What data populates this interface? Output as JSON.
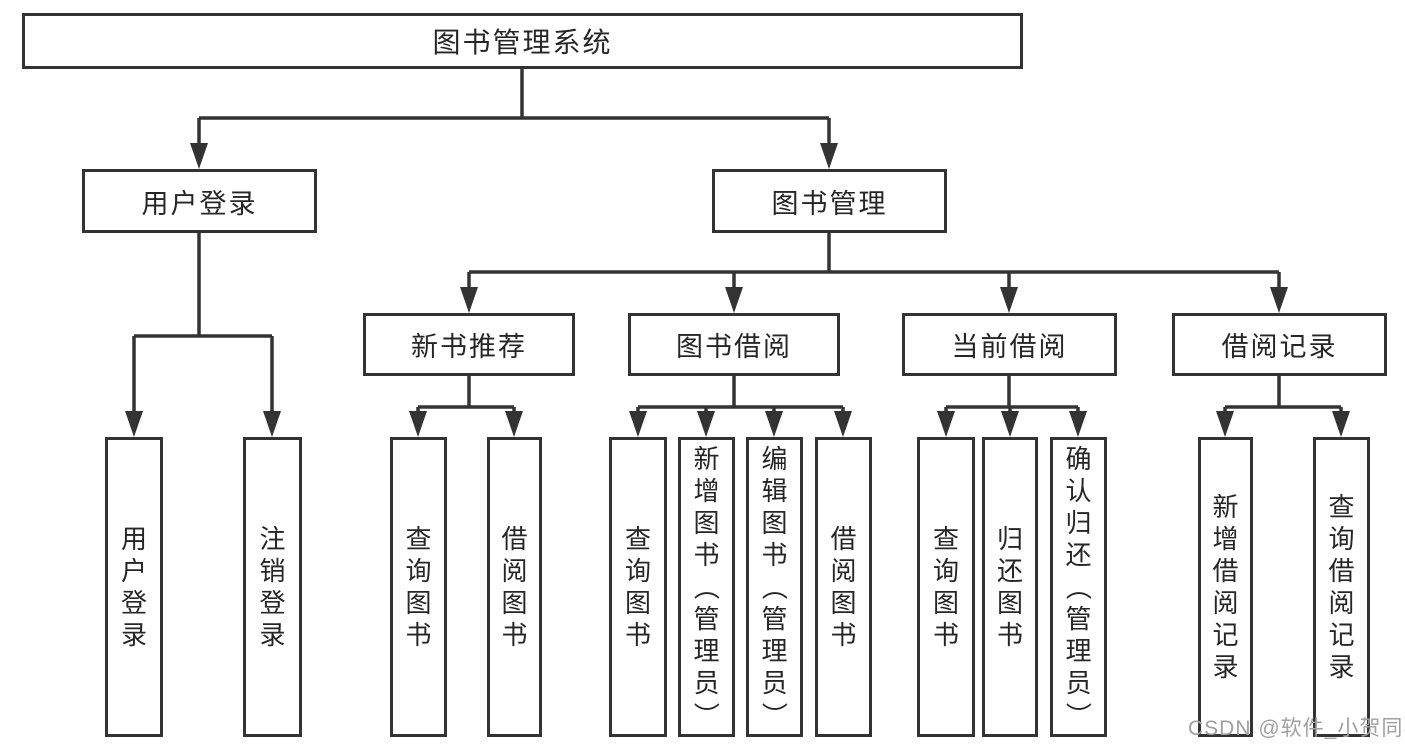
{
  "tree": {
    "root": "图书管理系统",
    "user_login": {
      "label": "用户登录",
      "leaves": [
        "用户登录",
        "注销登录"
      ]
    },
    "book_mgmt": {
      "label": "图书管理",
      "sections": [
        {
          "label": "新书推荐",
          "leaves": [
            "查询图书",
            "借阅图书"
          ]
        },
        {
          "label": "图书借阅",
          "leaves": [
            "查询图书",
            "新增图书（管理员）",
            "编辑图书（管理员）",
            "借阅图书"
          ]
        },
        {
          "label": "当前借阅",
          "leaves": [
            "查询图书",
            "归还图书",
            "确认归还（管理员）"
          ]
        },
        {
          "label": "借阅记录",
          "leaves": [
            "新增借阅记录",
            "查询借阅记录"
          ]
        }
      ]
    }
  },
  "watermark": "CSDN @软件_小贺同学",
  "colors": {
    "line": "#333333",
    "text": "#262626",
    "watermark": "#a0a0a0",
    "background": "#ffffff"
  }
}
